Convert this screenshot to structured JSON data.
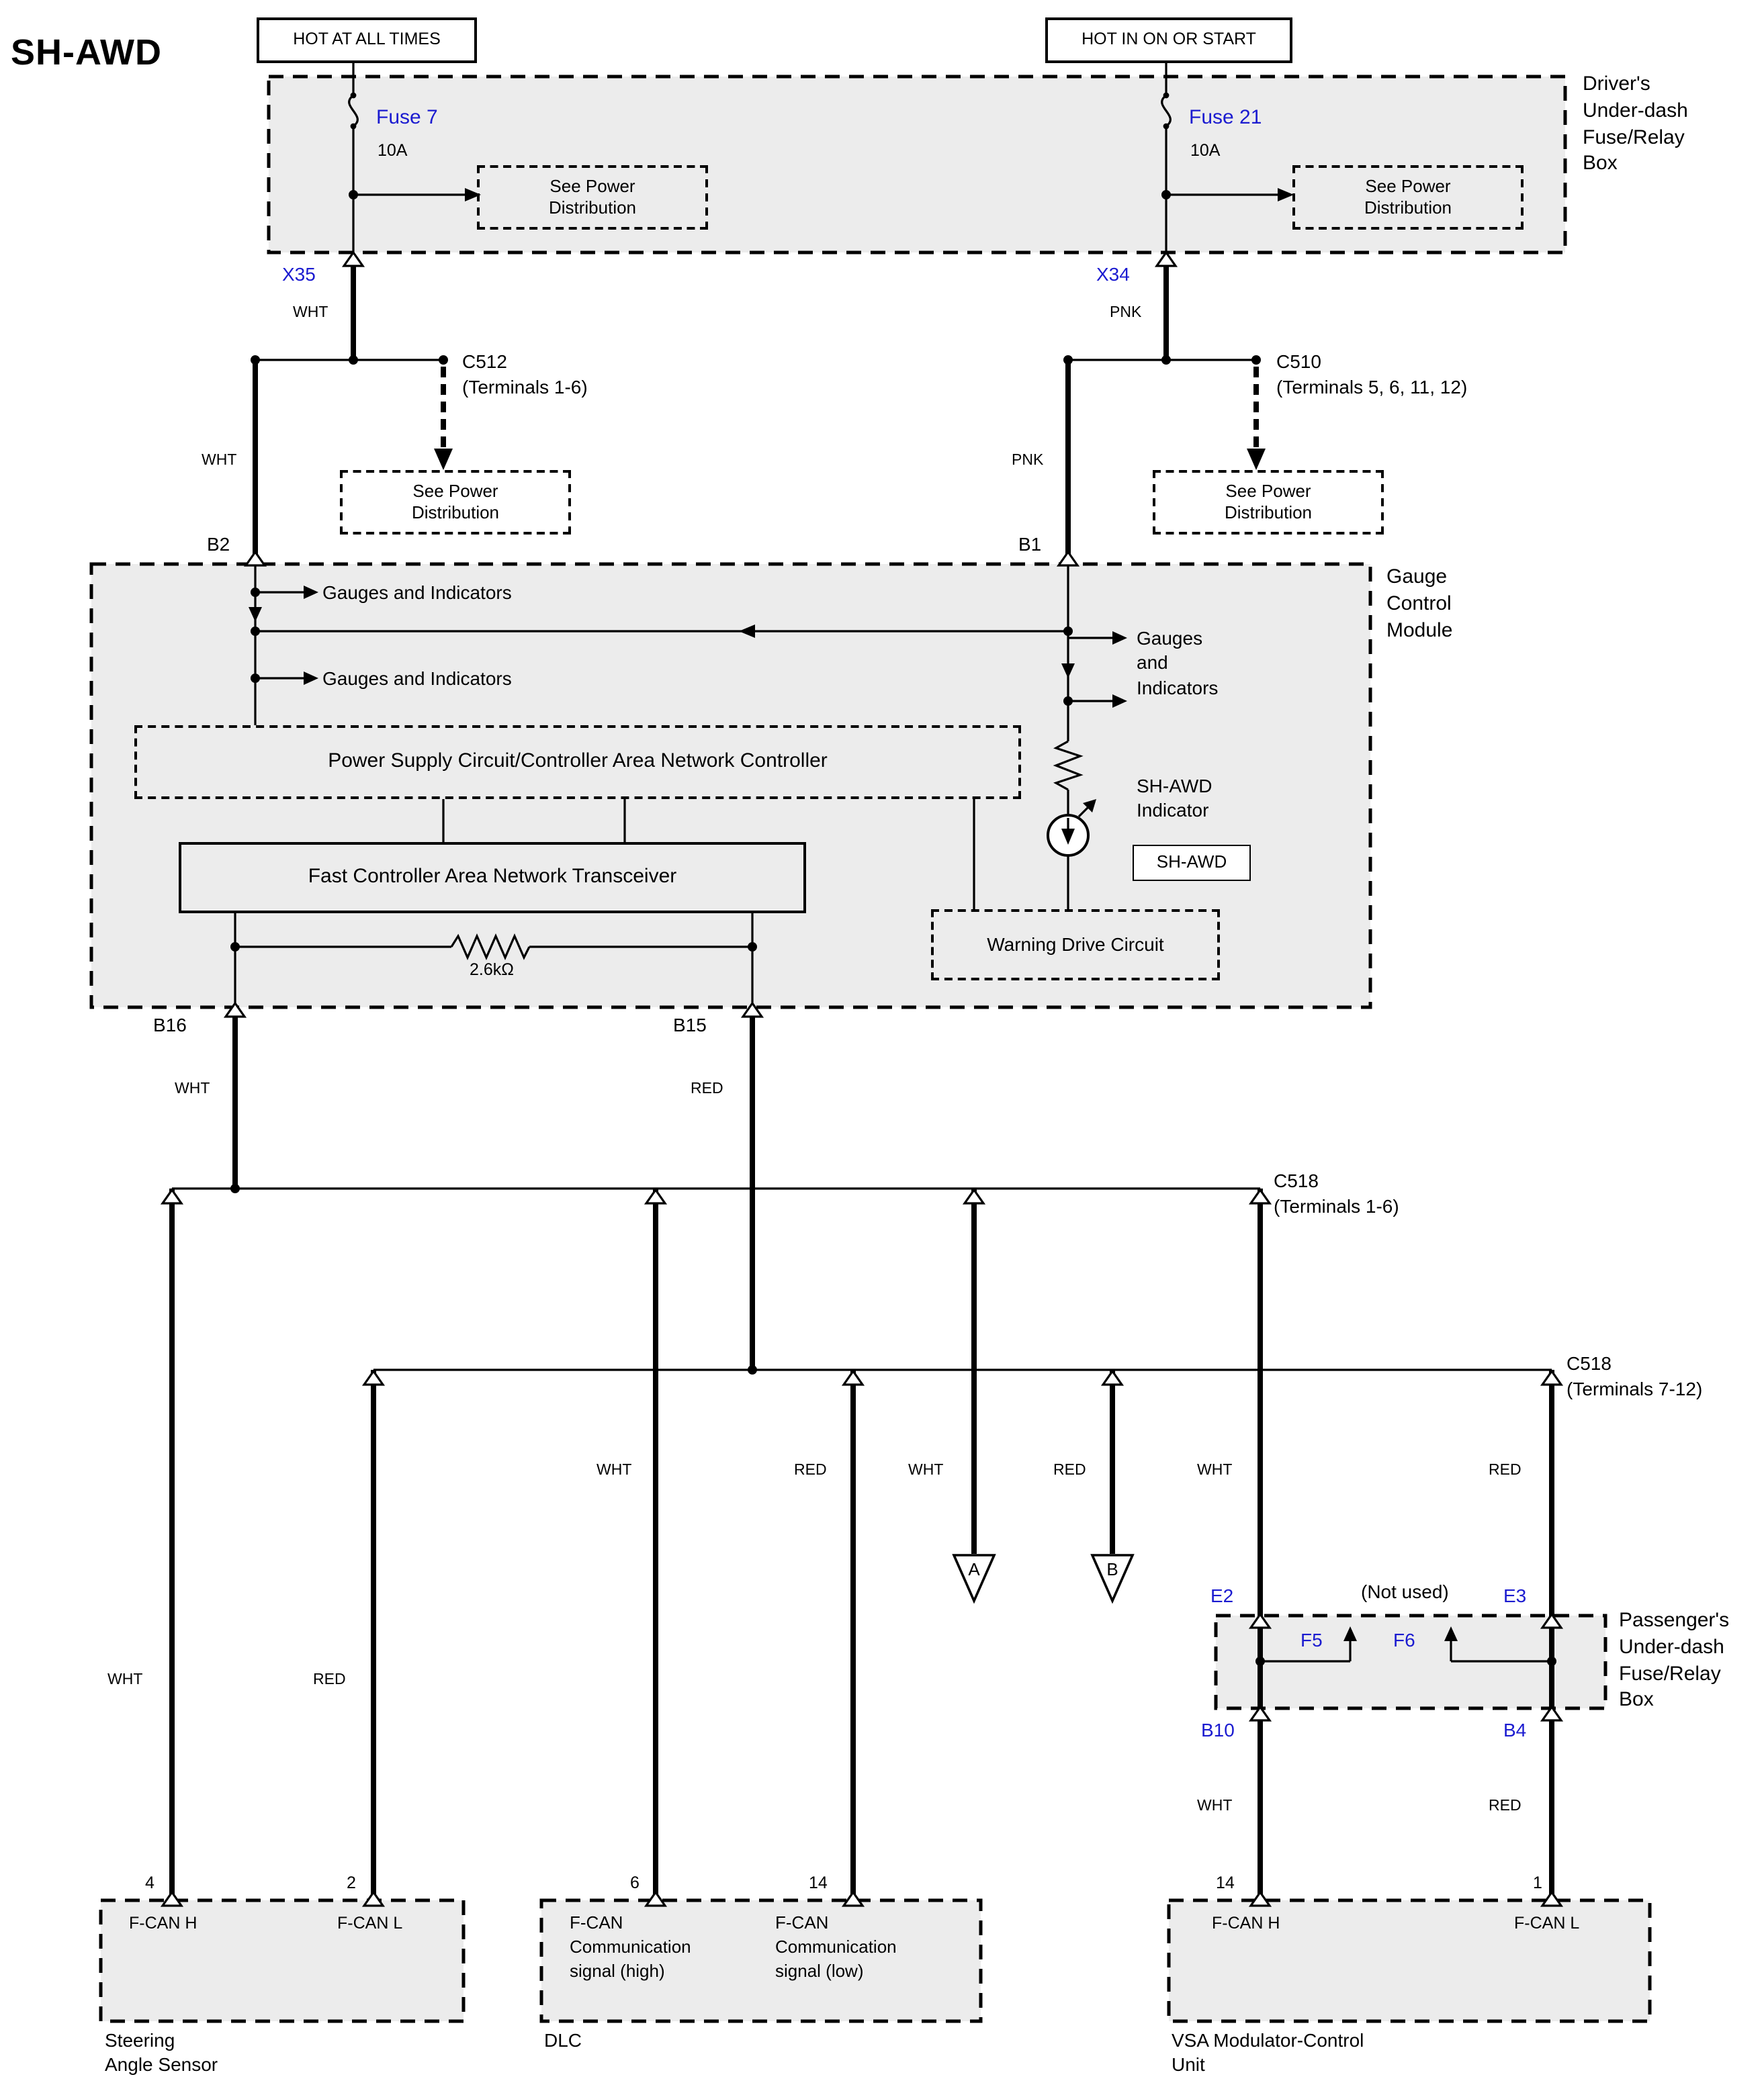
{
  "title": "SH-AWD",
  "rails": {
    "hot_all_times": "HOT AT ALL TIMES",
    "hot_on_start": "HOT IN ON OR START"
  },
  "see_power": {
    "l1": "See Power",
    "l2": "Distribution"
  },
  "wires": {
    "wht": "WHT",
    "pnk": "PNK",
    "red": "RED"
  },
  "driver_box": {
    "label": [
      "Driver's",
      "Under-dash",
      "Fuse/Relay",
      "Box"
    ],
    "fuse_left_name": "Fuse 7",
    "fuse_left_rating": "10A",
    "fuse_right_name": "Fuse 21",
    "fuse_right_rating": "10A",
    "out_left": "X35",
    "out_right": "X34"
  },
  "connectors": {
    "c512_name": "C512",
    "c512_terms": "(Terminals 1-6)",
    "c510_name": "C510",
    "c510_terms": "(Terminals 5, 6, 11, 12)",
    "c518a_name": "C518",
    "c518a_terms": "(Terminals 1-6)",
    "c518b_name": "C518",
    "c518b_terms": "(Terminals 7-12)"
  },
  "gauge_module": {
    "label": [
      "Gauge",
      "Control",
      "Module"
    ],
    "pin_b2": "B2",
    "pin_b1": "B1",
    "pin_b16": "B16",
    "pin_b15": "B15",
    "gauges_left_1": "Gauges and Indicators",
    "gauges_left_2": "Gauges and Indicators",
    "gauges_right": [
      "Gauges",
      "and",
      "Indicators"
    ],
    "power_supply": "Power Supply Circuit/Controller Area Network Controller",
    "transceiver": "Fast Controller Area Network Transceiver",
    "resistor_value": "2.6kΩ",
    "indicator_label": [
      "SH-AWD",
      "Indicator"
    ],
    "indicator_badge": "SH-AWD",
    "warning_drive": "Warning Drive Circuit"
  },
  "junction_a": "A",
  "junction_b": "B",
  "passenger_box": {
    "label": [
      "Passenger's",
      "Under-dash",
      "Fuse/Relay",
      "Box"
    ],
    "not_used": "(Not used)",
    "in_left": "E2",
    "in_right": "E3",
    "fuse_left": "F5",
    "fuse_right": "F6",
    "out_left": "B10",
    "out_right": "B4"
  },
  "bottom": {
    "steering": {
      "label": [
        "Steering",
        "Angle Sensor"
      ],
      "pin_left_num": "4",
      "pin_left_name": "F-CAN H",
      "pin_right_num": "2",
      "pin_right_name": "F-CAN L"
    },
    "dlc": {
      "label": "DLC",
      "pin_left_num": "6",
      "pin_left_name": [
        "F-CAN",
        "Communication",
        "signal (high)"
      ],
      "pin_right_num": "14",
      "pin_right_name": [
        "F-CAN",
        "Communication",
        "signal (low)"
      ]
    },
    "vsa": {
      "label": [
        "VSA Modulator-Control",
        "Unit"
      ],
      "pin_left_num": "14",
      "pin_left_name": "F-CAN H",
      "pin_right_num": "1",
      "pin_right_name": "F-CAN L"
    }
  }
}
